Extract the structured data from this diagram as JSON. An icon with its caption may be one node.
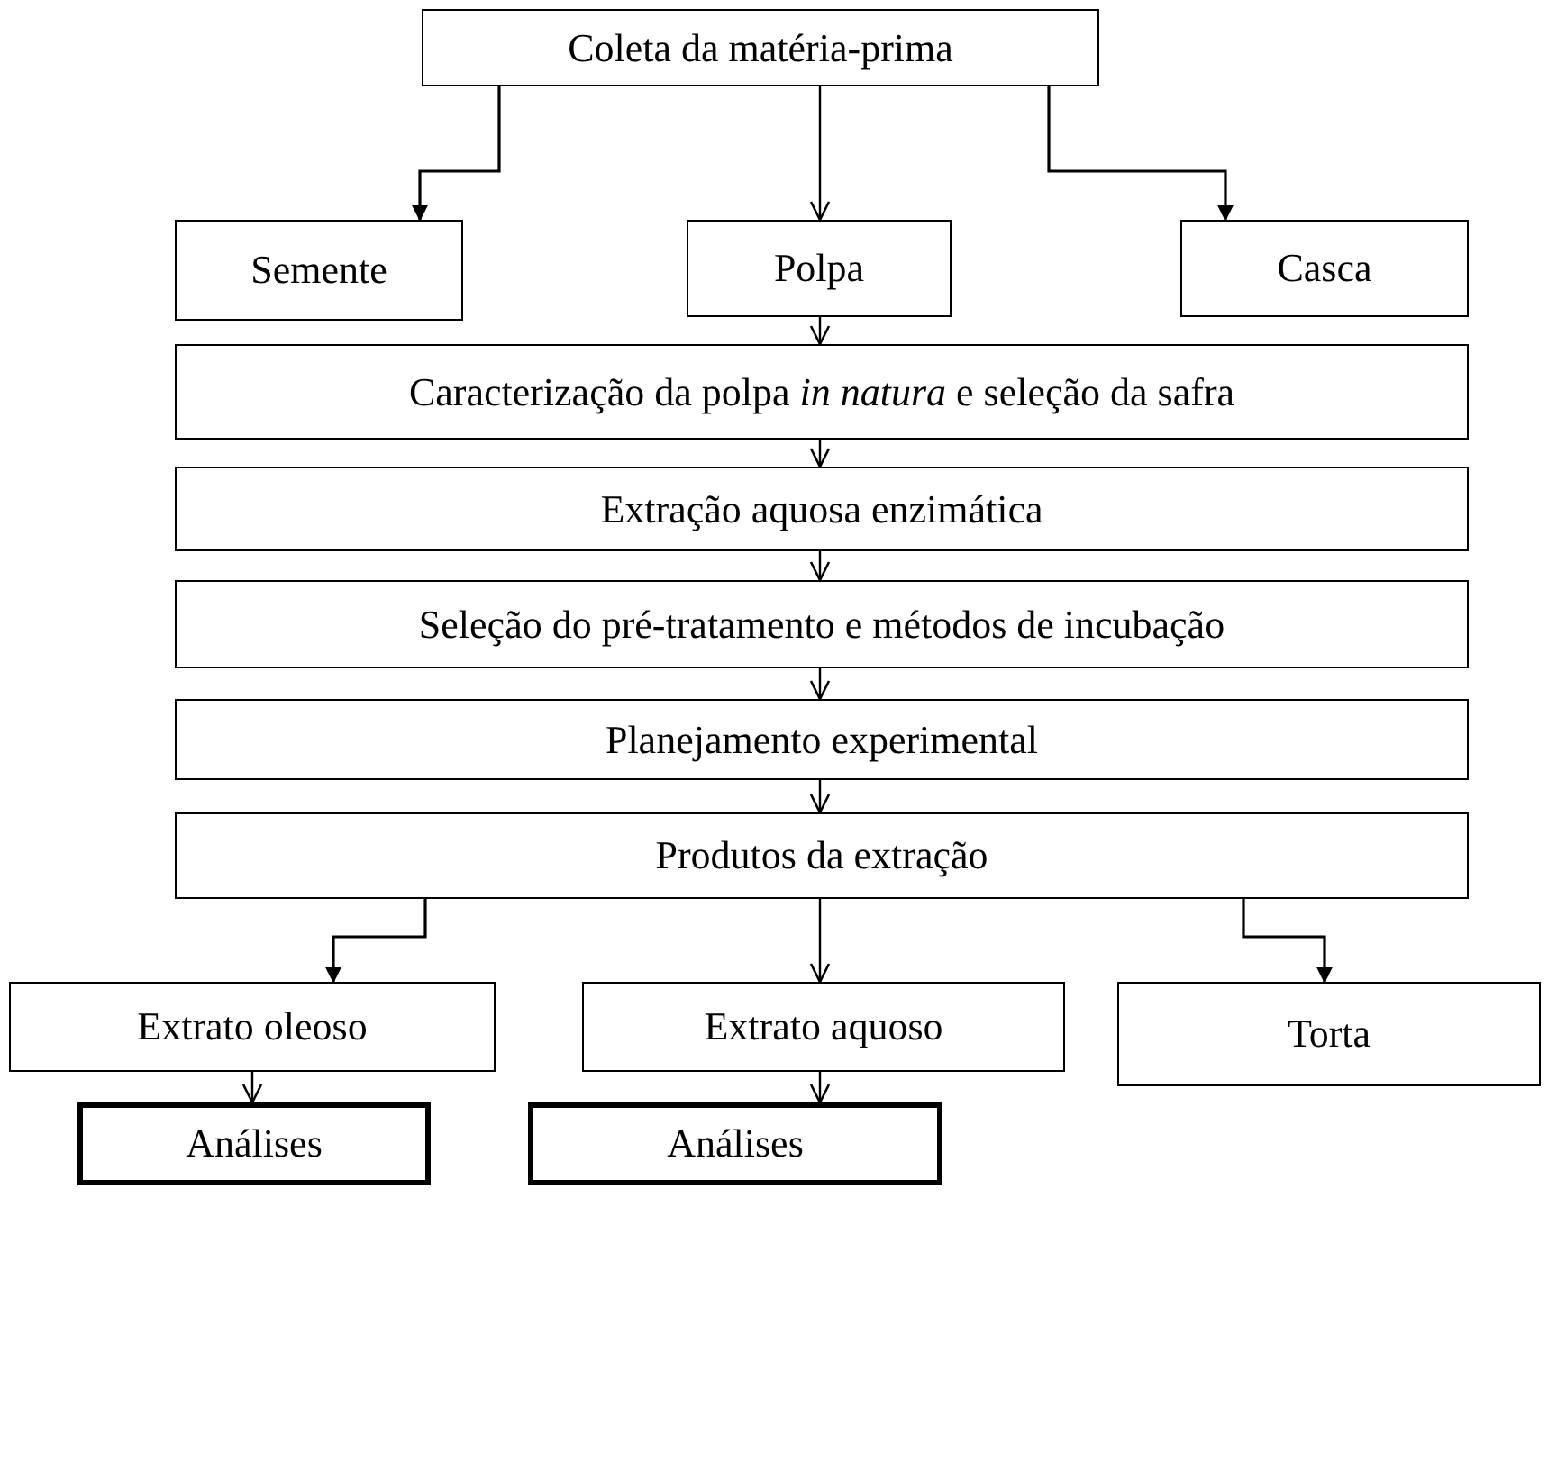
{
  "diagram": {
    "nodes": [
      {
        "text": [
          "Coleta da matéria-prima"
        ]
      },
      {
        "text": [
          "Semente"
        ]
      },
      {
        "text": [
          "Polpa"
        ]
      },
      {
        "text": [
          "Casca"
        ]
      },
      {
        "text": [
          "Caracterização da polpa *in natura* e seleção da safra"
        ]
      },
      {
        "text": [
          "Extração aquosa enzimática"
        ]
      },
      {
        "text": [
          "Seleção do pré-tratamento e métodos de incubação"
        ]
      },
      {
        "text": [
          "Planejamento experimental"
        ]
      },
      {
        "text": [
          "Produtos da extração"
        ]
      },
      {
        "text": [
          "Extrato oleoso"
        ]
      },
      {
        "text": [
          "Extrato aquoso"
        ]
      },
      {
        "text": [
          "Torta"
        ]
      },
      {
        "text": [
          "Análises"
        ]
      },
      {
        "text": [
          "Análises"
        ]
      }
    ],
    "edges": [
      {
        "from": 0,
        "to": 1,
        "arrow": "to"
      },
      {
        "from": 0,
        "to": 2,
        "arrow": "to"
      },
      {
        "from": 0,
        "to": 3,
        "arrow": "to"
      },
      {
        "from": 2,
        "to": 4,
        "arrow": "to"
      },
      {
        "from": 4,
        "to": 5,
        "arrow": "to"
      },
      {
        "from": 5,
        "to": 6,
        "arrow": "to"
      },
      {
        "from": 6,
        "to": 7,
        "arrow": "to"
      },
      {
        "from": 7,
        "to": 8,
        "arrow": "to"
      },
      {
        "from": 8,
        "to": 9,
        "arrow": "to"
      },
      {
        "from": 8,
        "to": 10,
        "arrow": "to"
      },
      {
        "from": 8,
        "to": 11,
        "arrow": "to"
      },
      {
        "from": 9,
        "to": 12,
        "arrow": "to"
      },
      {
        "from": 10,
        "to": 13,
        "arrow": "to"
      }
    ]
  }
}
